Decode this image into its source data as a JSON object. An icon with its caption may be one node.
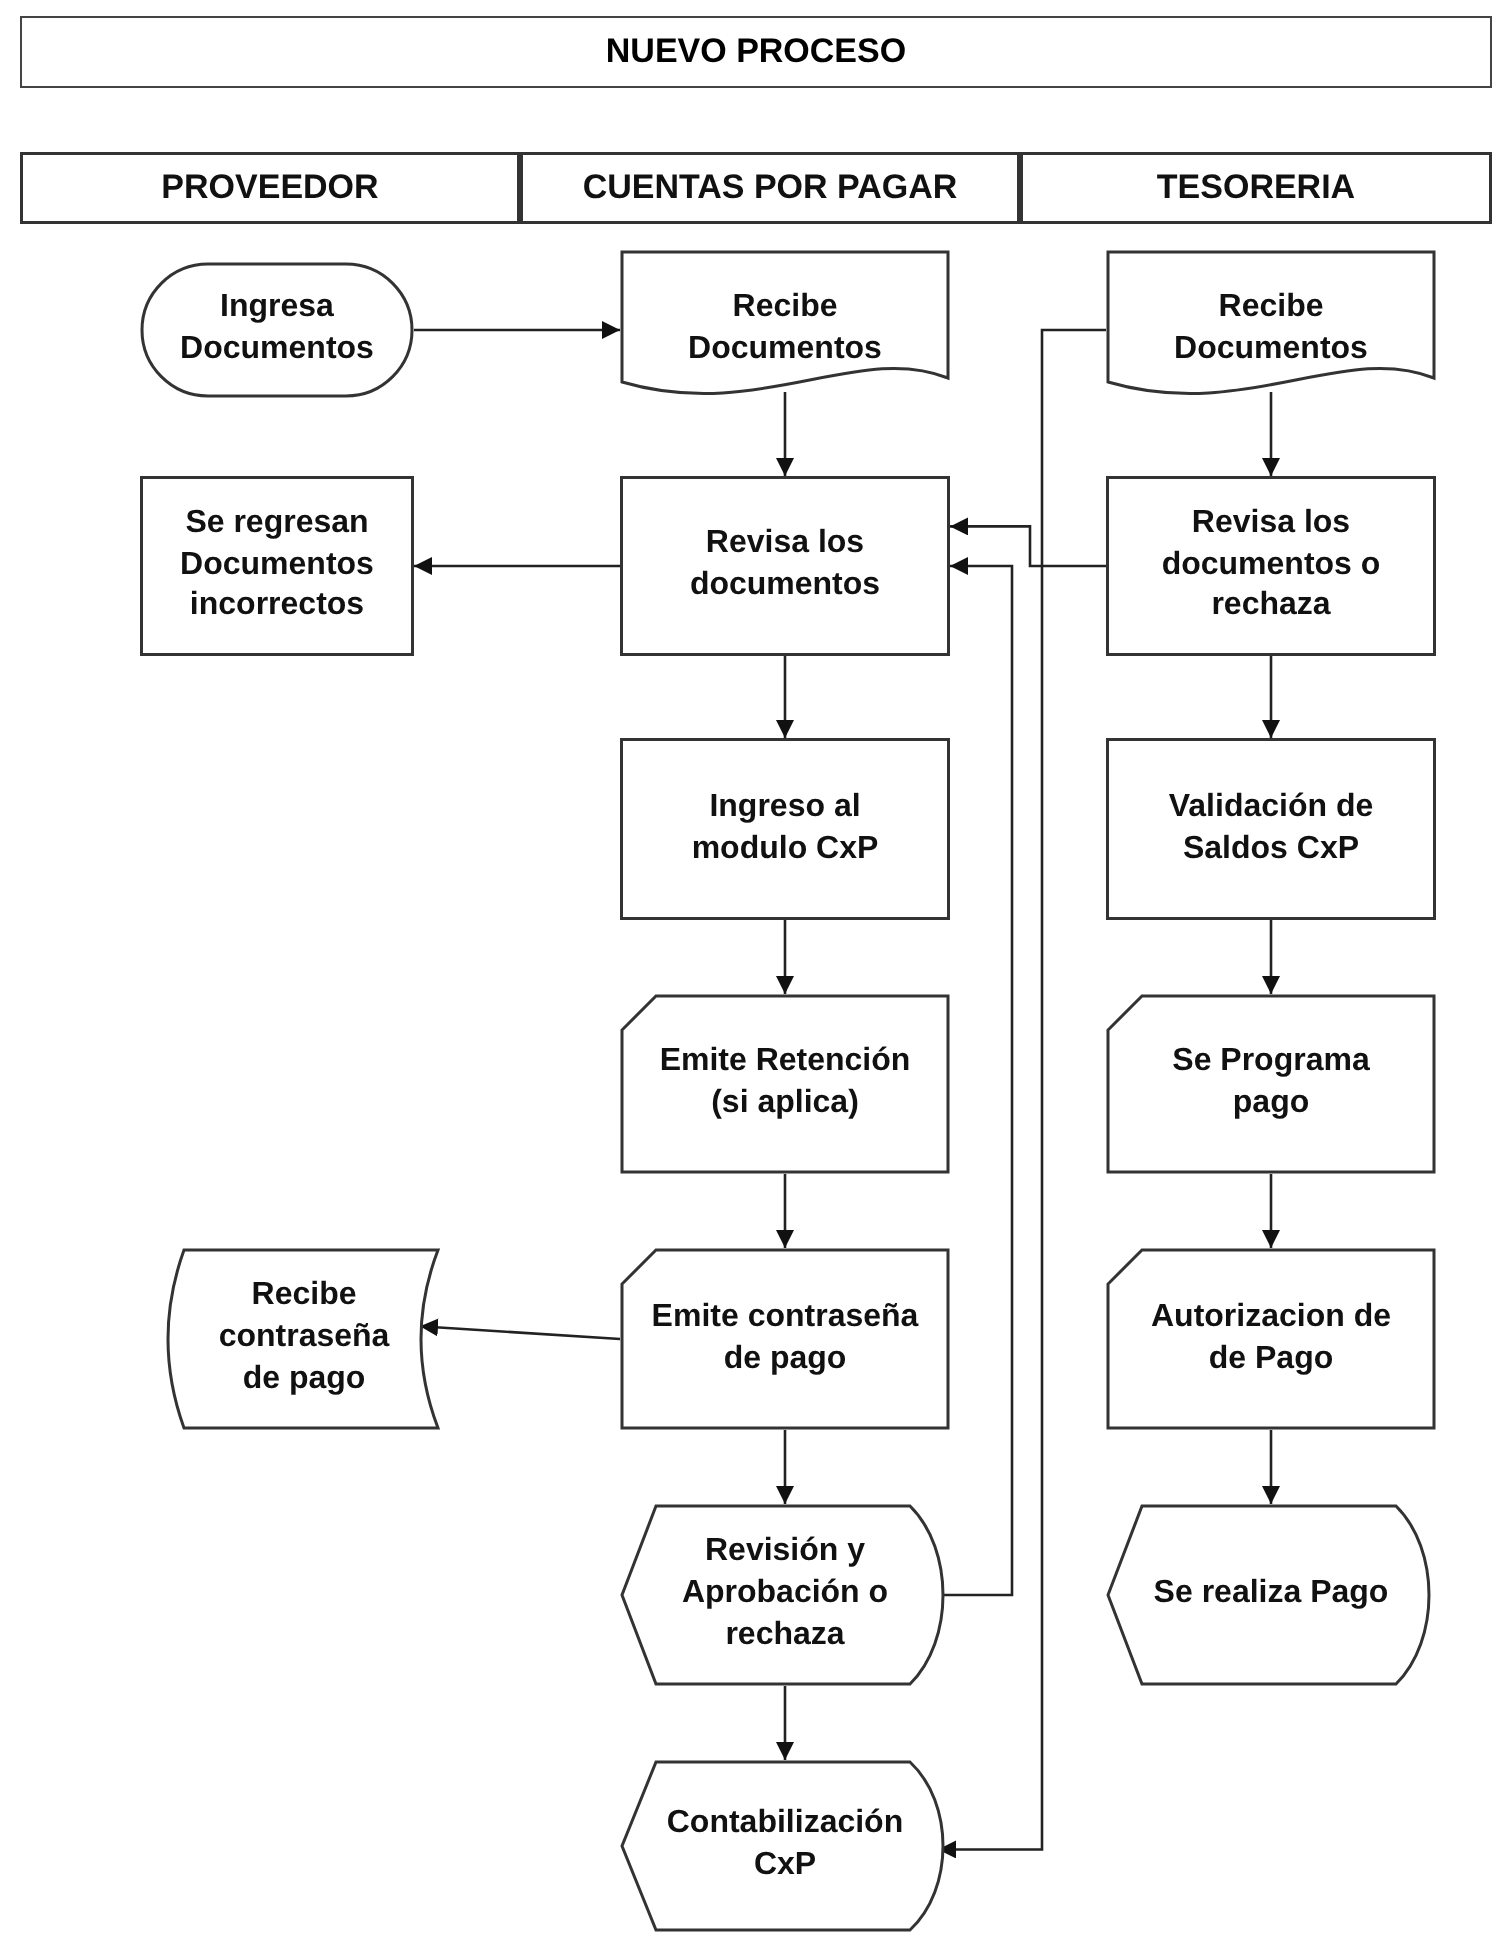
{
  "diagram": {
    "title": "NUEVO PROCESO",
    "nodes": [
      {
        "text": [
          "PROVEEDOR"
        ]
      },
      {
        "text": [
          "CUENTAS POR PAGAR"
        ]
      },
      {
        "text": [
          "TESORERIA"
        ]
      },
      {
        "text": [
          "Ingresa Documentos"
        ]
      },
      {
        "text": [
          "Recibe Documentos"
        ]
      },
      {
        "text": [
          "Recibe Documentos"
        ]
      },
      {
        "text": [
          "Se regresan Documentos incorrectos"
        ]
      },
      {
        "text": [
          "Revisa los documentos"
        ]
      },
      {
        "text": [
          "Revisa los documentos o rechaza"
        ]
      },
      {
        "text": [
          "Ingreso al modulo CxP"
        ]
      },
      {
        "text": [
          "Validación de Saldos CxP"
        ]
      },
      {
        "text": [
          "Emite Retención (si aplica)"
        ]
      },
      {
        "text": [
          "Se Programa pago"
        ]
      },
      {
        "text": [
          "Recibe contraseña de pago"
        ]
      },
      {
        "text": [
          "Emite contraseña de pago"
        ]
      },
      {
        "text": [
          "Autorizacion de de Pago"
        ]
      },
      {
        "text": [
          "Revisión y Aprobación o rechaza"
        ]
      },
      {
        "text": [
          "Se realiza Pago"
        ]
      },
      {
        "text": [
          "Contabilización CxP"
        ]
      }
    ],
    "edges": [
      {
        "from": 3,
        "to": 4,
        "arrow": "to"
      },
      {
        "from": 4,
        "to": 7,
        "arrow": "to"
      },
      {
        "from": 7,
        "to": 6,
        "arrow": "to"
      },
      {
        "from": 8,
        "to": 7,
        "arrow": "to"
      },
      {
        "from": 5,
        "to": 18,
        "arrow": "to"
      },
      {
        "from": 16,
        "to": 7,
        "arrow": "to"
      },
      {
        "from": 7,
        "to": 9,
        "arrow": "to"
      },
      {
        "from": 9,
        "to": 11,
        "arrow": "to"
      },
      {
        "from": 11,
        "to": 14,
        "arrow": "to"
      },
      {
        "from": 14,
        "to": 13,
        "arrow": "to"
      },
      {
        "from": 14,
        "to": 16,
        "arrow": "to"
      },
      {
        "from": 16,
        "to": 18,
        "arrow": "to"
      },
      {
        "from": 5,
        "to": 8,
        "arrow": "to"
      },
      {
        "from": 8,
        "to": 10,
        "arrow": "to"
      },
      {
        "from": 10,
        "to": 12,
        "arrow": "to"
      },
      {
        "from": 12,
        "to": 15,
        "arrow": "to"
      },
      {
        "from": 15,
        "to": 17,
        "arrow": "to"
      }
    ]
  }
}
